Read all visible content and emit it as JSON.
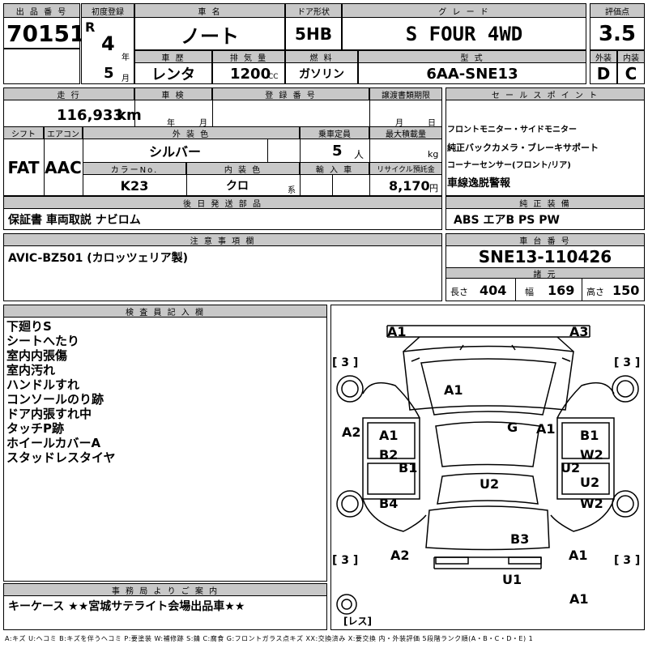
{
  "header": {
    "lot_no_label": "出 品 番 号",
    "lot_no": "70151",
    "first_reg_label": "初度登録",
    "era": "R",
    "year": "4",
    "year_unit": "年",
    "month": "5",
    "month_unit": "月",
    "car_name_label": "車 名",
    "car_name": "ノート",
    "door_label": "ドア形状",
    "door": "5HB",
    "grade_label": "グ レ ー ド",
    "grade": "S FOUR 4WD",
    "score_label": "評価点",
    "score": "3.5",
    "history_label": "車 歴",
    "history": "レンタ",
    "displacement_label": "排 気 量",
    "displacement": "1200",
    "displacement_unit": "CC",
    "fuel_label": "燃 料",
    "fuel": "ガソリン",
    "model_label": "型 式",
    "model": "6AA-SNE13",
    "ext_label": "外装",
    "int_label": "内装",
    "ext_grade": "D",
    "int_grade": "C"
  },
  "specs": {
    "mileage_label": "走 行",
    "mileage": "116,933",
    "mileage_unit": "km",
    "inspection_label": "車 検",
    "insp_year_unit": "年",
    "insp_month_unit": "月",
    "reg_no_label": "登 録 番 号",
    "transfer_label": "譲渡書類期限",
    "transfer_month_unit": "月",
    "transfer_day_unit": "日",
    "shift_label": "シフト",
    "shift": "FAT",
    "ac_label": "エアコン",
    "ac": "AAC",
    "ext_color_label": "外 装 色",
    "ext_color": "シルバー",
    "capacity_label": "乗車定員",
    "capacity": "5",
    "capacity_unit": "人",
    "max_load_label": "最大積載量",
    "max_load_unit": "kg",
    "color_no_label": "カラーNo.",
    "color_no": "K23",
    "int_color_label": "内 装 色",
    "int_color": "クロ",
    "int_color_unit": "系",
    "import_label": "輸 入 車",
    "recycle_label": "リサイクル預託金",
    "recycle": "8,170",
    "recycle_unit": "円"
  },
  "later_parts": {
    "label": "後 日 発 送 部 品",
    "value": "保証書 車両取説 ナビロム"
  },
  "cautions": {
    "label": "注 意 事 項 欄",
    "value": "AVIC-BZ501 (カロッツェリア製)"
  },
  "sales_points": {
    "label": "セ ー ル ス ポ イ ン ト",
    "items": [
      "フロントモニター・サイドモニター",
      "純正バックカメラ・ブレーキサポート",
      "コーナーセンサー(フロント/リア)",
      "車線逸脱警報"
    ]
  },
  "equipment": {
    "label": "純 正 装 備",
    "value": "ABS エアB PS PW"
  },
  "chassis": {
    "label": "車 台 番 号",
    "value": "SNE13-110426",
    "dims_label": "諸 元",
    "length_label": "長さ",
    "length": "404",
    "width_label": "幅",
    "width": "169",
    "height_label": "高さ",
    "height": "150"
  },
  "inspector": {
    "label": "検 査 員 記 入 欄",
    "notes": [
      "下廻りS",
      "シートへたり",
      "室内内張傷",
      "室内汚れ",
      "ハンドルすれ",
      "コンソールのり跡",
      "ドア内張すれ中",
      "タッチP跡",
      "ホイールカバーA",
      "スタッドレスタイヤ"
    ]
  },
  "diagram": {
    "marks": [
      "A1",
      "A3",
      "[ 3 ]",
      "[ 3 ]",
      "A1",
      "A2",
      "A1",
      "G",
      "A1",
      "B1",
      "B2",
      "W2",
      "B1",
      "U2",
      "U2",
      "U2",
      "B4",
      "W2",
      "B3",
      "[ 3 ]",
      "A2",
      "A1",
      "[ 3 ]",
      "U1",
      "A1",
      "[レス]"
    ]
  },
  "office": {
    "label": "事 務 局 よ り ご 案 内",
    "value": "キーケース ★★宮城サテライト会場出品車★★"
  },
  "legend": "A:キズ U:ヘコミ B:キズを伴うヘコミ P:要塗装 W:補修跡 S:錆 C:腐食 G:フロントガラス点キズ XX:交換済み X:要交換 内・外装評価 5段階ランク順(A・B・C・D・E) 1"
}
